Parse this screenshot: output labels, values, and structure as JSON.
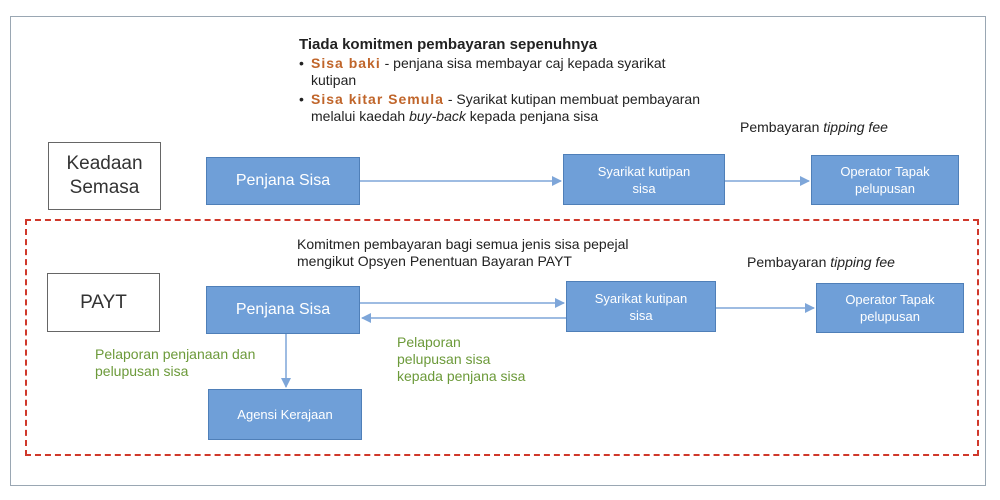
{
  "top": {
    "heading": "Tiada komitmen pembayaran sepenuhnya",
    "bullets": [
      {
        "term": "Sisa baki",
        "sep": " - ",
        "text": "penjana sisa membayar caj kepada syarikat kutipan"
      },
      {
        "term": "Sisa kitar Semula",
        "sep": " - ",
        "text_before": "Syarikat kutipan membuat pembayaran melalui kaedah ",
        "text_italic": "buy-back",
        "text_after": " kepada penjana sisa"
      }
    ],
    "payment_prefix": "Pembayaran ",
    "payment_italic": "tipping fee"
  },
  "current": {
    "label_line1": "Keadaan",
    "label_line2": "Semasa",
    "box_generator": "Penjana Sisa",
    "box_collector_line1": "Syarikat kutipan",
    "box_collector_line2": "sisa",
    "box_operator_line1": "Operator Tapak",
    "box_operator_line2": "pelupusan"
  },
  "payt": {
    "label": "PAYT",
    "desc_line1": "Komitmen pembayaran bagi semua jenis sisa pepejal",
    "desc_line2": "mengikut Opsyen Penentuan Bayaran PAYT",
    "payment_prefix": "Pembayaran ",
    "payment_italic": "tipping fee",
    "box_generator": "Penjana Sisa",
    "box_collector_line1": "Syarikat kutipan",
    "box_collector_line2": "sisa",
    "box_operator_line1": "Operator Tapak",
    "box_operator_line2": "pelupusan",
    "box_agency": "Agensi Kerajaan",
    "green_left_line1": "Pelaporan penjanaan dan",
    "green_left_line2": "pelupusan sisa",
    "green_mid_line1": "Pelaporan",
    "green_mid_line2": "pelupusan sisa",
    "green_mid_line3": "kepada penjana sisa"
  },
  "colors": {
    "box_fill": "#6f9fd8",
    "arrow": "#7ea6d9",
    "dashed_border": "#d0382b",
    "accent_orange": "#c0652a",
    "accent_green": "#6c9a3a"
  }
}
